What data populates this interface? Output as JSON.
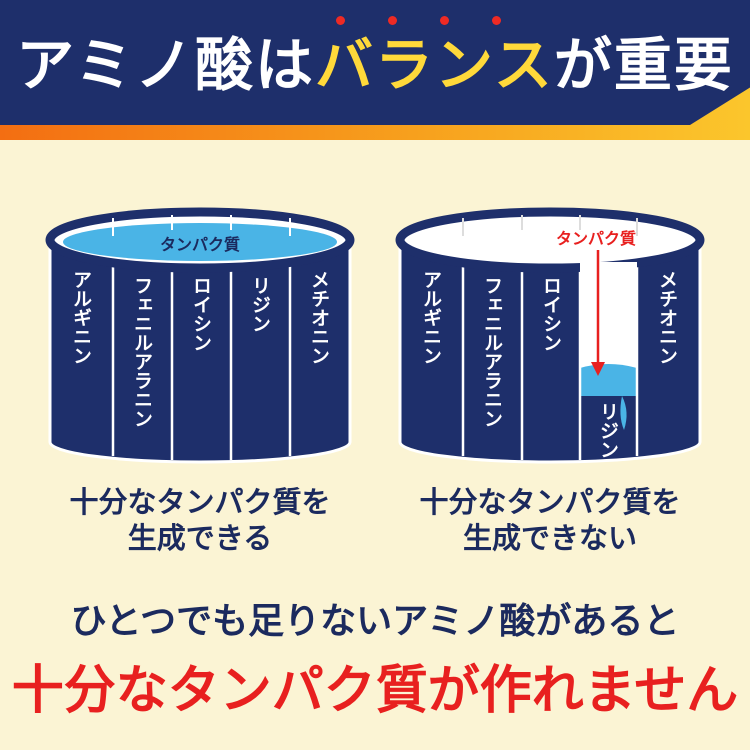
{
  "header": {
    "title_part1": "アミノ酸は",
    "title_part2": "バランス",
    "title_part3": "が重要"
  },
  "left_barrel": {
    "surface_label": "タンパク質",
    "staves": [
      "アルギニン",
      "フェニルアラニン",
      "ロイシン",
      "リジン",
      "メチオニン"
    ],
    "caption_line1": "十分なタンパク質を",
    "caption_line2": "生成できる"
  },
  "right_barrel": {
    "surface_label": "タンパク質",
    "staves": [
      "アルギニン",
      "フェニルアラニン",
      "ロイシン",
      "リジン",
      "メチオニン"
    ],
    "caption_line1": "十分なタンパク質を",
    "caption_line2": "生成できない"
  },
  "footer": {
    "line1": "ひとつでも足りないアミノ酸があると",
    "line2": "十分なタンパク質が作れません"
  },
  "colors": {
    "navy": "#1e2f6b",
    "orange": "#f36e12",
    "yellow": "#ffd93a",
    "water": "#4ab4e6",
    "red": "#e8201f",
    "background": "#fbf4d4"
  }
}
